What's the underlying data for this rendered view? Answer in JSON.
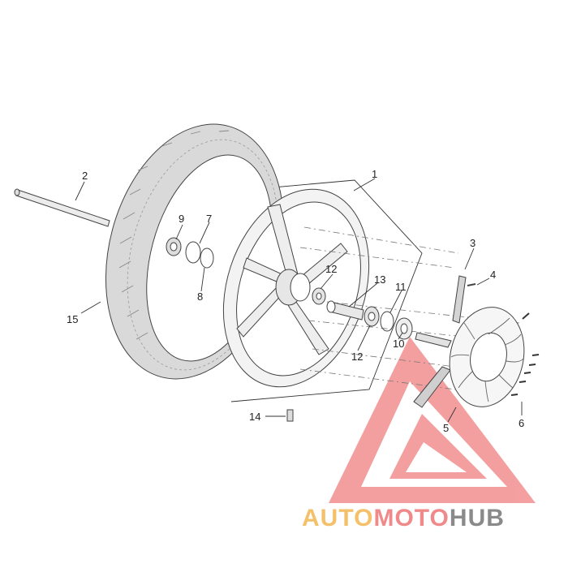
{
  "callouts": [
    {
      "id": "1",
      "text": "1"
    },
    {
      "id": "2",
      "text": "2"
    },
    {
      "id": "3",
      "text": "3"
    },
    {
      "id": "4",
      "text": "4"
    },
    {
      "id": "5",
      "text": "5"
    },
    {
      "id": "6",
      "text": "6"
    },
    {
      "id": "7",
      "text": "7"
    },
    {
      "id": "8",
      "text": "8"
    },
    {
      "id": "9",
      "text": "9"
    },
    {
      "id": "10",
      "text": "10"
    },
    {
      "id": "11",
      "text": "11"
    },
    {
      "id": "12a",
      "text": "12"
    },
    {
      "id": "12b",
      "text": "12"
    },
    {
      "id": "13",
      "text": "13"
    },
    {
      "id": "14",
      "text": "14"
    },
    {
      "id": "15",
      "text": "15"
    }
  ],
  "watermark": {
    "part1": "AUTO",
    "part2": "MOTO",
    "part3": "HUB",
    "color_auto": "#f4c06a",
    "color_moto": "#f08a8a",
    "color_hub": "#8a8a8a",
    "triangle_color": "#f08080"
  },
  "colors": {
    "line": "#444444",
    "tire_fill": "#dcdcdc",
    "rim_fill": "#f2f2f2",
    "disc_fill": "#f5f5f5"
  }
}
